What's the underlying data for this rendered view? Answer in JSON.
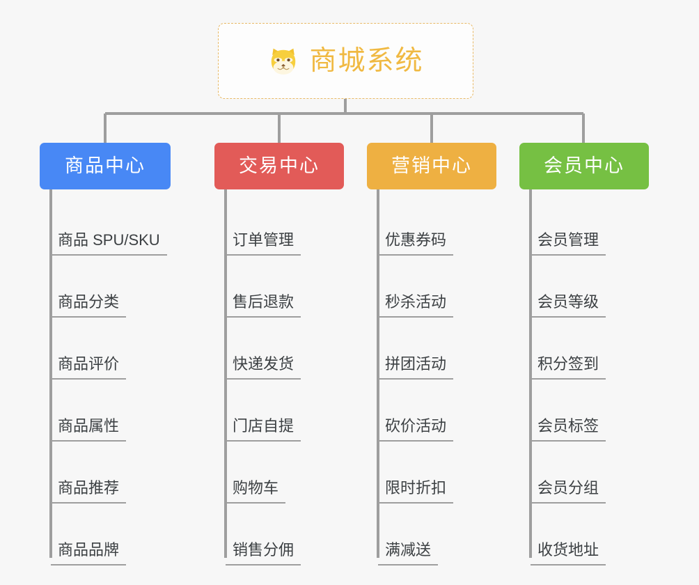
{
  "diagram": {
    "title": "商城系统",
    "root": {
      "label": "商城系统",
      "icon": "shiba-dog-face-emoji",
      "text_color": "#f0b942",
      "border_color": "#e8b864",
      "background": "#fdfdfd"
    },
    "background_color": "#f7f7f7",
    "connector_color": "#9e9e9e",
    "leaf_text_color": "#3c4043",
    "leaf_underline_color": "#9e9e9e",
    "columns": [
      {
        "label": "商品中心",
        "color": "#4888f5",
        "items": [
          "商品 SPU/SKU",
          "商品分类",
          "商品评价",
          "商品属性",
          "商品推荐",
          "商品品牌"
        ]
      },
      {
        "label": "交易中心",
        "color": "#e25b58",
        "items": [
          "订单管理",
          "售后退款",
          "快递发货",
          "门店自提",
          "购物车",
          "销售分佣"
        ]
      },
      {
        "label": "营销中心",
        "color": "#eeb042",
        "items": [
          "优惠券码",
          "秒杀活动",
          "拼团活动",
          "砍价活动",
          "限时折扣",
          "满减送"
        ]
      },
      {
        "label": "会员中心",
        "color": "#76c043",
        "items": [
          "会员管理",
          "会员等级",
          "积分签到",
          "会员标签",
          "会员分组",
          "收货地址"
        ]
      }
    ]
  }
}
